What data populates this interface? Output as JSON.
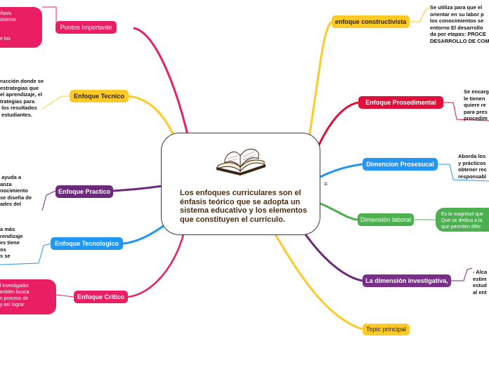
{
  "center": {
    "text": "Los enfoques curriculares son el énfasis teórico que se adopta un  sistema educativo y  los elementos que constituyen el currículo.",
    "image": "book-icon"
  },
  "left_nodes": {
    "puntos": "Puntos Importante",
    "tecnico": "Enfoque  Tecnico",
    "practico": "Enfoque Practico",
    "tecnologico": "Enfoque  Tecnologico",
    "critico": "Enfoque Critico"
  },
  "right_nodes": {
    "constructivista": "enfoque constructivista",
    "procedimental": "Enfoque   Prosedimental",
    "procesual": "Dimencion Prosesucal",
    "laboral": "Dimensión laboral",
    "investigativa": "La dimensión investigativa,",
    "topic": "Topic principal"
  },
  "left_texts": {
    "puntos": "nfasis\nsistema\n\n\nte los\n.",
    "tecnico": "rucción donde se\nestrategias que\nel aprendizaje, el\ntrategias para\n los resultados\n estudiantes.",
    "practico": " ayuda a\nanza\nnocimiento\nse diseña de\nades del",
    "tecnologico": "a más\nrendizaje\nes tiene\nos\ns se",
    "critico": " el investigador\n también busca\n un proceso de\no y así lograr"
  },
  "right_texts": {
    "constructivista": "Se utiliza para que el\norientar en su labor p\nlos conocimientos se\nentorno El desarrollo\nda por etapas: PROCE\nDESARROLLO DE COM",
    "procedimental": "Se encarg\nle tienen \nquiere re\npara pres\nprocedim",
    "procesual": "Aborda los\ny prácticos\nobtener rec\nresponsabl",
    "laboral": "Es la magnitud que\nQue se dedica a la\nque permiten difer",
    "investigativa": "- Alca\nestim\nestud\nal ent"
  },
  "colors": {
    "pink": "#e91e63",
    "purple": "#6b2a7a",
    "blue": "#2196f3",
    "yellow": "#ffca28",
    "green": "#4caf50",
    "red": "#e0103a"
  }
}
